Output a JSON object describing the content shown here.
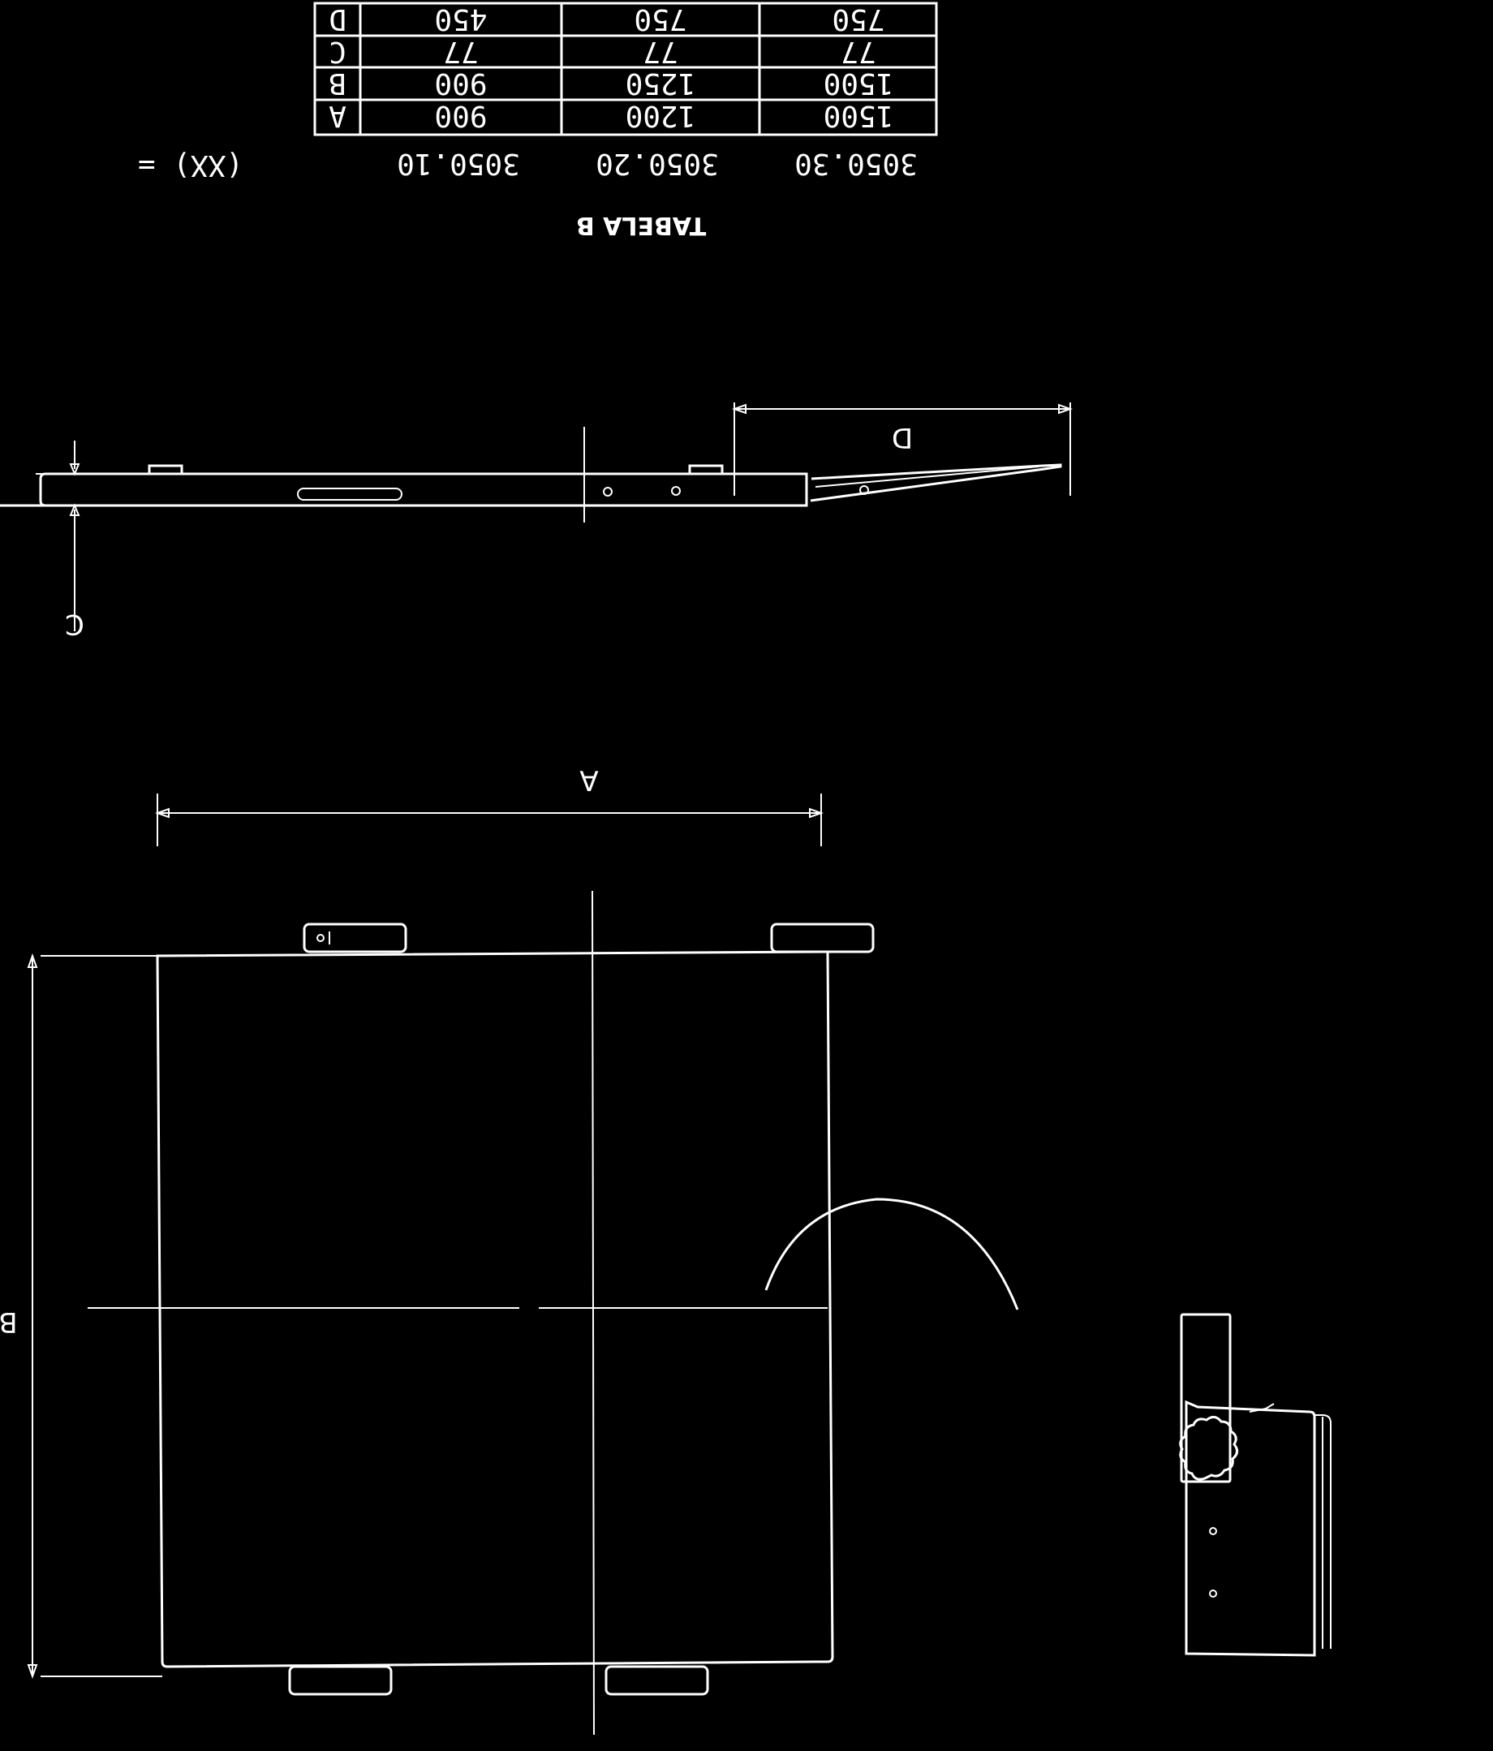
{
  "title": "TABELA B",
  "formula_label": "(XX) =",
  "table": {
    "models": [
      "3050.10",
      "3050.20",
      "3050.30"
    ],
    "rows": [
      {
        "label": "A",
        "values": [
          "900",
          "1200",
          "1500"
        ]
      },
      {
        "label": "B",
        "values": [
          "900",
          "1250",
          "1500"
        ]
      },
      {
        "label": "C",
        "values": [
          "77",
          "77",
          "77"
        ]
      },
      {
        "label": "D",
        "values": [
          "450",
          "750",
          "750"
        ]
      }
    ]
  },
  "dimensions": {
    "a": "A",
    "b": "B",
    "c": "C",
    "d": "D"
  },
  "colors": {
    "background": "#000000",
    "line": "#ffffff"
  }
}
